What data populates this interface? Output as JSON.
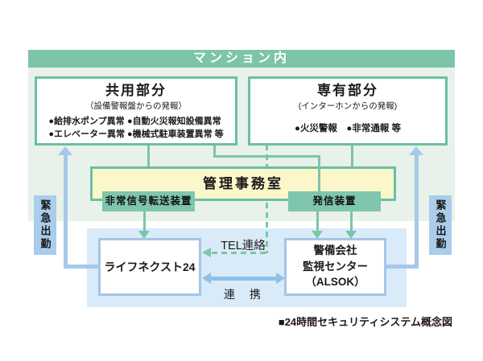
{
  "header": {
    "title": "マンション内"
  },
  "common_area": {
    "title": "共用部分",
    "subtitle": "（設備警報盤からの発報）",
    "bullets_col1": [
      "●給排水ポンプ異常",
      "●エレベーター異常"
    ],
    "bullets_col2": [
      "●自動火災報知設備異常",
      "●機械式駐車装置異常 等"
    ]
  },
  "private_area": {
    "title": "専有部分",
    "subtitle": "(インターホンからの発報)",
    "bullets": "●火災警報　●非常通報 等"
  },
  "management_office": {
    "label": "管理事務室"
  },
  "devices": {
    "transfer_label": "非常信号転送装置",
    "transmitter_label": "発信装置"
  },
  "responders": {
    "lifenext_label": "ライフネクスト24",
    "security_center_lines": [
      "警備会社",
      "監視センター",
      "（ALSOK）"
    ]
  },
  "connections": {
    "tel_label": "TEL連絡",
    "cooperation_label": "連　携"
  },
  "emergency_dispatch": {
    "left_label": "緊急出勤",
    "right_label": "緊急出勤"
  },
  "caption": "■24時間セキュリティシステム概念図",
  "colors": {
    "teal": "#7cc5a9",
    "teal_border": "#6cbfa2",
    "green_background": "#e8f2ea",
    "office_yellow": "#fbf7ca",
    "panel_blue": "#d9eaf8",
    "responder_border_blue": "#a3c6e8",
    "arrow_blue": "#a6c9e9",
    "cooperation_arrow_blue": "#8fc0e6",
    "emergency_label_blue": "#a9cdea",
    "header_text": "#ffffff",
    "body_text": "#1a1a1a"
  }
}
